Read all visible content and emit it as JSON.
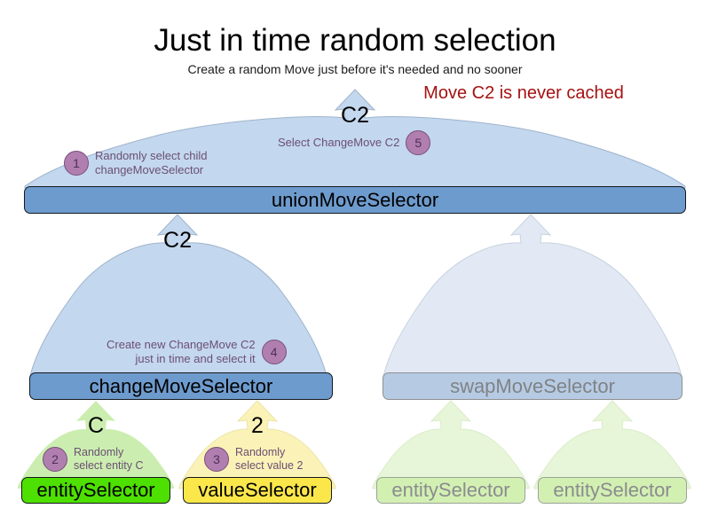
{
  "header": {
    "title": "Just in time random selection",
    "subtitle": "Create a random Move just before it's needed and no sooner",
    "note": "Move C2 is never cached",
    "note_color": "#a51111"
  },
  "diagram": {
    "type": "move-selector-tree",
    "nodes": [
      {
        "id": "unionMoveSelector",
        "label": "unionMoveSelector",
        "kind": "composite",
        "state": "active",
        "fill": "#6e9bcd",
        "text_color": "#000000"
      },
      {
        "id": "changeMoveSelector",
        "label": "changeMoveSelector",
        "kind": "composite",
        "state": "active",
        "fill": "#6e9bcd",
        "text_color": "#000000"
      },
      {
        "id": "swapMoveSelector",
        "label": "swapMoveSelector",
        "kind": "composite",
        "state": "faded",
        "fill": "#b6cbe3",
        "text_color": "#808285"
      },
      {
        "id": "entitySelector-change",
        "label": "entitySelector",
        "kind": "leaf",
        "state": "active",
        "fill": "#4ee000",
        "text_color": "#000000"
      },
      {
        "id": "valueSelector-change",
        "label": "valueSelector",
        "kind": "leaf",
        "state": "active",
        "fill": "#fbe74a",
        "text_color": "#000000"
      },
      {
        "id": "entitySelector-swap-left",
        "label": "entitySelector",
        "kind": "leaf",
        "state": "faded",
        "fill": "#d3f0b3",
        "text_color": "#8a8c8e"
      },
      {
        "id": "entitySelector-swap-right",
        "label": "entitySelector",
        "kind": "leaf",
        "state": "faded",
        "fill": "#d3f0b3",
        "text_color": "#8a8c8e"
      }
    ],
    "arrow_captions": {
      "union_out": "C2",
      "change_to_union": "C2",
      "entity_to_change": "C",
      "value_to_change": "2"
    },
    "annotations": [
      {
        "number": "1",
        "text": "Randomly select child\nchangeMoveSelector",
        "side": "right-of-badge",
        "attached_to": "unionMoveSelector"
      },
      {
        "number": "5",
        "text": "Select ChangeMove C2",
        "side": "left-of-badge",
        "attached_to": "unionMoveSelector"
      },
      {
        "number": "4",
        "text": "Create new ChangeMove C2\njust in time and select it",
        "side": "left-of-badge",
        "attached_to": "changeMoveSelector"
      },
      {
        "number": "2",
        "text": "Randomly\nselect entity C",
        "side": "right-of-badge",
        "attached_to": "entitySelector-change"
      },
      {
        "number": "3",
        "text": "Randomly\nselect value 2",
        "side": "right-of-badge",
        "attached_to": "valueSelector-change"
      }
    ],
    "badge_color": "#b07fb0",
    "annotation_text_color": "#6b4f73"
  }
}
